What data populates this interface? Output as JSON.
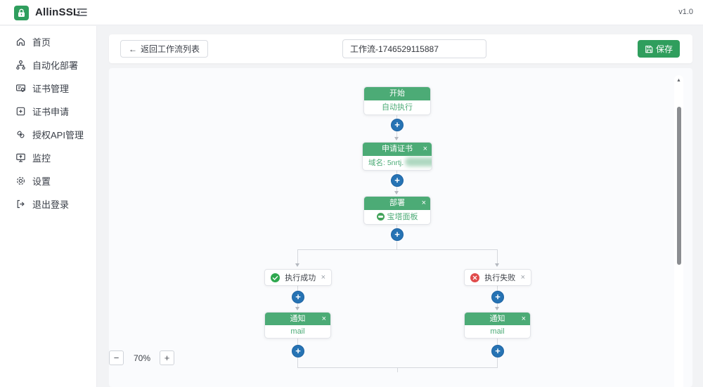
{
  "app": {
    "name": "AllinSSL",
    "version": "v1.0"
  },
  "sidebar": {
    "items": [
      {
        "label": "首页",
        "icon": "home-icon"
      },
      {
        "label": "自动化部署",
        "icon": "deploy-icon"
      },
      {
        "label": "证书管理",
        "icon": "certificate-manage-icon"
      },
      {
        "label": "证书申请",
        "icon": "certificate-apply-icon"
      },
      {
        "label": "授权API管理",
        "icon": "api-auth-icon"
      },
      {
        "label": "监控",
        "icon": "monitor-icon"
      },
      {
        "label": "设置",
        "icon": "settings-icon"
      },
      {
        "label": "退出登录",
        "icon": "logout-icon"
      }
    ]
  },
  "toolbar": {
    "back_arrow": "←",
    "back_label": "返回工作流列表",
    "workflow_name": "工作流-1746529115887",
    "save_label": "保存"
  },
  "workflow": {
    "plus": "+",
    "close": "×",
    "start": {
      "title": "开始",
      "body": "自动执行"
    },
    "apply_cert": {
      "title": "申请证书",
      "body_label": "域名: 5nrtj."
    },
    "deploy": {
      "title": "部署",
      "body": "宝塔面板"
    },
    "branch_success": {
      "label": "执行成功"
    },
    "branch_fail": {
      "label": "执行失败"
    },
    "notify_success": {
      "title": "通知",
      "body": "mail"
    },
    "notify_fail": {
      "title": "通知",
      "body": "mail"
    }
  },
  "zoom_controls": {
    "minus": "−",
    "level": "70%",
    "plus": "+"
  },
  "scrollbar": {
    "up": "▲",
    "down": "▼"
  },
  "colors": {
    "brand_green": "#2f9e5d",
    "node_header_green": "#4cab76",
    "accent_blue": "#2673b4",
    "success_green": "#2fa84f",
    "error_red": "#e04b4b"
  }
}
